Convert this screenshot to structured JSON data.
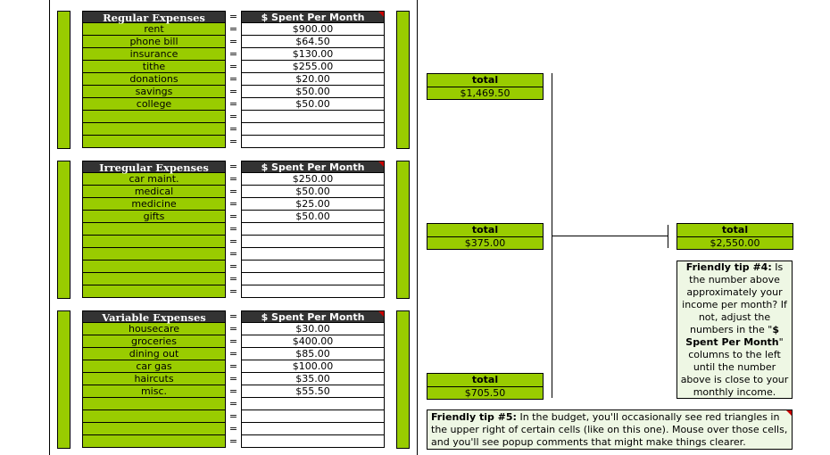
{
  "sections": [
    {
      "header": "Regular Expenses",
      "value_header": "$ Spent Per Month",
      "rows": [
        {
          "label": "rent",
          "value": "$900.00"
        },
        {
          "label": "phone bill",
          "value": "$64.50"
        },
        {
          "label": "insurance",
          "value": "$130.00"
        },
        {
          "label": "tithe",
          "value": "$255.00"
        },
        {
          "label": "donations",
          "value": "$20.00"
        },
        {
          "label": "savings",
          "value": "$50.00"
        },
        {
          "label": "college",
          "value": "$50.00"
        },
        {
          "label": "",
          "value": ""
        },
        {
          "label": "",
          "value": ""
        },
        {
          "label": "",
          "value": ""
        }
      ],
      "total_label": "total",
      "total_value": "$1,469.50"
    },
    {
      "header": "Irregular Expenses",
      "value_header": "$ Spent Per Month",
      "rows": [
        {
          "label": "car maint.",
          "value": "$250.00"
        },
        {
          "label": "medical",
          "value": "$50.00"
        },
        {
          "label": "medicine",
          "value": "$25.00"
        },
        {
          "label": "gifts",
          "value": "$50.00"
        },
        {
          "label": "",
          "value": ""
        },
        {
          "label": "",
          "value": ""
        },
        {
          "label": "",
          "value": ""
        },
        {
          "label": "",
          "value": ""
        },
        {
          "label": "",
          "value": ""
        },
        {
          "label": "",
          "value": ""
        }
      ],
      "total_label": "total",
      "total_value": "$375.00"
    },
    {
      "header": "Variable Expenses",
      "value_header": "$ Spent Per Month",
      "rows": [
        {
          "label": "housecare",
          "value": "$30.00"
        },
        {
          "label": "groceries",
          "value": "$400.00"
        },
        {
          "label": "dining out",
          "value": "$85.00"
        },
        {
          "label": "car gas",
          "value": "$100.00"
        },
        {
          "label": "haircuts",
          "value": "$35.00"
        },
        {
          "label": "misc.",
          "value": "$55.50"
        },
        {
          "label": "",
          "value": ""
        },
        {
          "label": "",
          "value": ""
        },
        {
          "label": "",
          "value": ""
        },
        {
          "label": "",
          "value": ""
        }
      ],
      "total_label": "total",
      "total_value": "$705.50"
    }
  ],
  "equals_sign": "=",
  "grand_total": {
    "label": "total",
    "value": "$2,550.00"
  },
  "tip4": {
    "title": "Friendly tip #4:",
    "part1": " Is the number above approximately your income per month? If not, adjust the numbers in the \"",
    "bold": "$ Spent Per Month",
    "part2": "\" columns to the left until the number above is close to your monthly income."
  },
  "tip5": {
    "title": "Friendly tip #5:",
    "body": " In the budget, you'll occasionally see red triangles in the upper right of certain cells (like on this one). Mouse over those cells, and you'll see popup comments that might make things clearer."
  },
  "colors": {
    "green": "#99cc00",
    "header_bg": "#333333",
    "triangle": "#cc0000",
    "tip_bg": "#eef7e4"
  }
}
